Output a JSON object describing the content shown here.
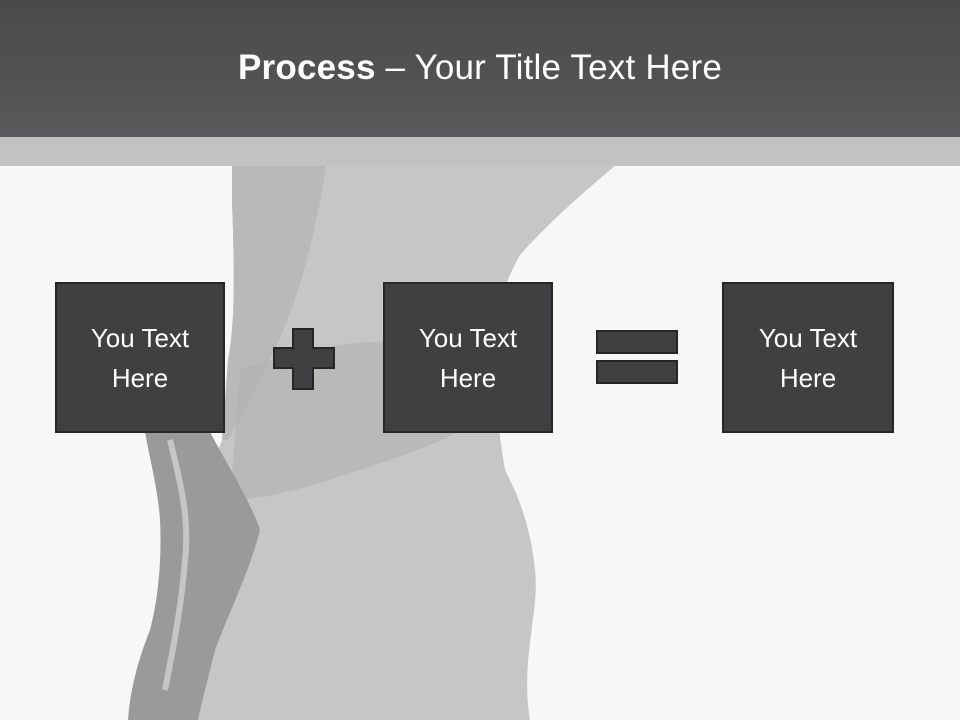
{
  "slide": {
    "title_strong": "Process",
    "title_rest": " – Your Title Text Here",
    "boxes": [
      {
        "line1": "You Text",
        "line2": "Here"
      },
      {
        "line1": "You Text",
        "line2": "Here"
      },
      {
        "line1": "You Text",
        "line2": "Here"
      }
    ]
  },
  "colors": {
    "title_bar": "#4e4e50",
    "sub_band": "#c2c2c2",
    "box_fill": "#403f41",
    "box_border": "#262626",
    "background": "#f7f7f7"
  },
  "icons": [
    "plus-icon",
    "equals-icon"
  ]
}
